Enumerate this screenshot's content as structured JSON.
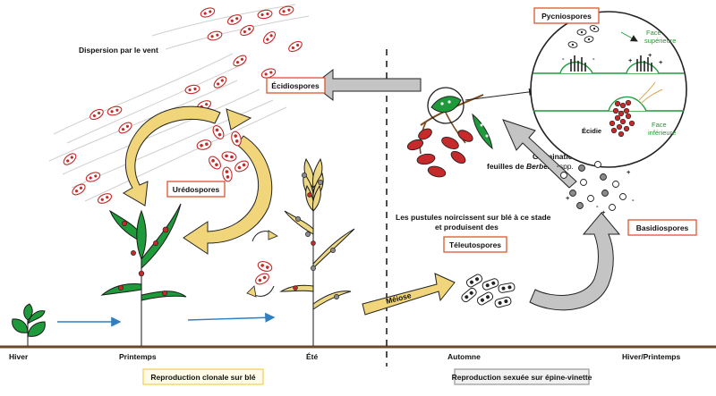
{
  "labels": {
    "dispersion": "Dispersion par le vent",
    "aecidiospores": "Écidiospores",
    "uredospores": "Urédospores",
    "pycniospores": "Pycniospores",
    "face_sup_1": "Face",
    "face_sup_2": "supérieure",
    "face_inf_1": "Face",
    "face_inf_2": "inférieure",
    "ecidie": "Écidie",
    "germination_1": "Germination sur",
    "germination_2a": "feuilles de",
    "germination_2b": "Berberis",
    "germination_2c": "spp.",
    "pustules_1": "Les pustules noircissent sur blé à ce stade",
    "pustules_2": "et produisent des",
    "teleutospores": "Téleutospores",
    "meiose": "Méiose",
    "basidiospores": "Basidiospores",
    "plus": "+",
    "minus": "-"
  },
  "seasons": {
    "hiver": "Hiver",
    "printemps": "Printemps",
    "ete": "Été",
    "automne": "Automne",
    "hiver_printemps": "Hiver/Printemps"
  },
  "footer": {
    "clonal": "Reproduction clonale sur blé",
    "sexual": "Reproduction sexuée sur épine-vinette"
  },
  "colors": {
    "rust_red": "#c52a2a",
    "leaf_green": "#1e9a3a",
    "label_green": "#1d9a2b",
    "straw_yellow": "#ecd885",
    "arrow_yellow": "#f0d57a",
    "arrow_grey": "#c4c4c4",
    "box_red_border": "#e0552f",
    "box_yellow_border": "#f2d25b",
    "box_grey_border": "#9e9e9e",
    "timeline_blue": "#2f7fc1"
  }
}
